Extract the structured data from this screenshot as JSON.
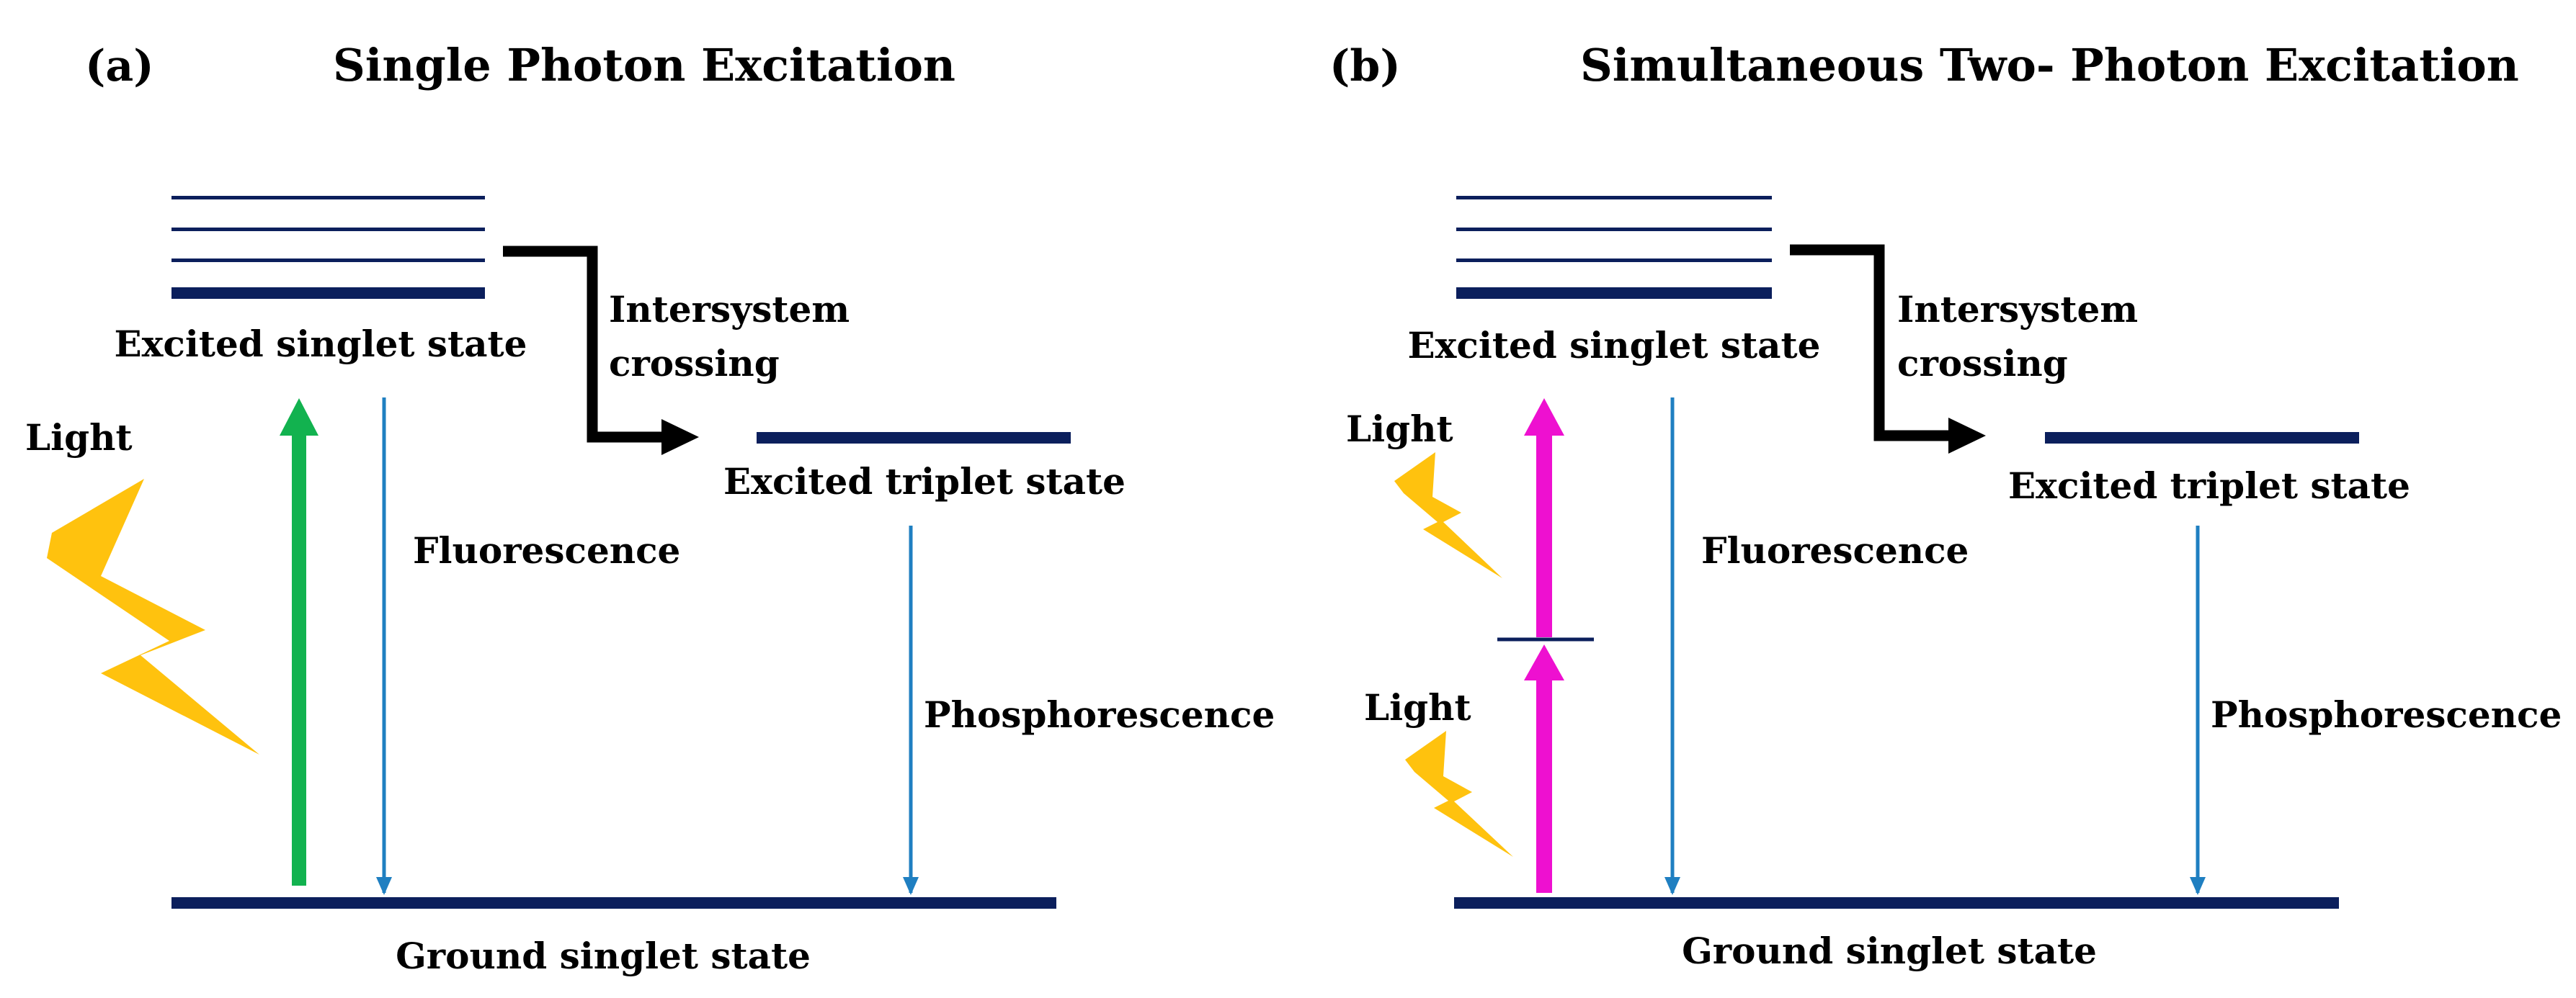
{
  "colors": {
    "level": "#0b1f5c",
    "emission": "#1f7fc1",
    "excitation_single": "#12b24f",
    "excitation_two": "#ee10d0",
    "isc": "#000000",
    "lightning": "#ffc20e"
  },
  "panel_a": {
    "letter": "(a)",
    "title": "Single Photon Excitation",
    "excited_singlet": "Excited singlet state",
    "excited_triplet": "Excited triplet state",
    "ground": "Ground singlet state",
    "isc_line1": "Intersystem",
    "isc_line2": "crossing",
    "fluorescence": "Fluorescence",
    "phosphorescence": "Phosphorescence",
    "light": "Light"
  },
  "panel_b": {
    "letter": "(b)",
    "title": "Simultaneous Two- Photon Excitation",
    "excited_singlet": "Excited singlet state",
    "excited_triplet": "Excited triplet state",
    "ground": "Ground singlet state",
    "isc_line1": "Intersystem",
    "isc_line2": "crossing",
    "fluorescence": "Fluorescence",
    "phosphorescence": "Phosphorescence",
    "light_upper": "Light",
    "light_lower": "Light"
  }
}
